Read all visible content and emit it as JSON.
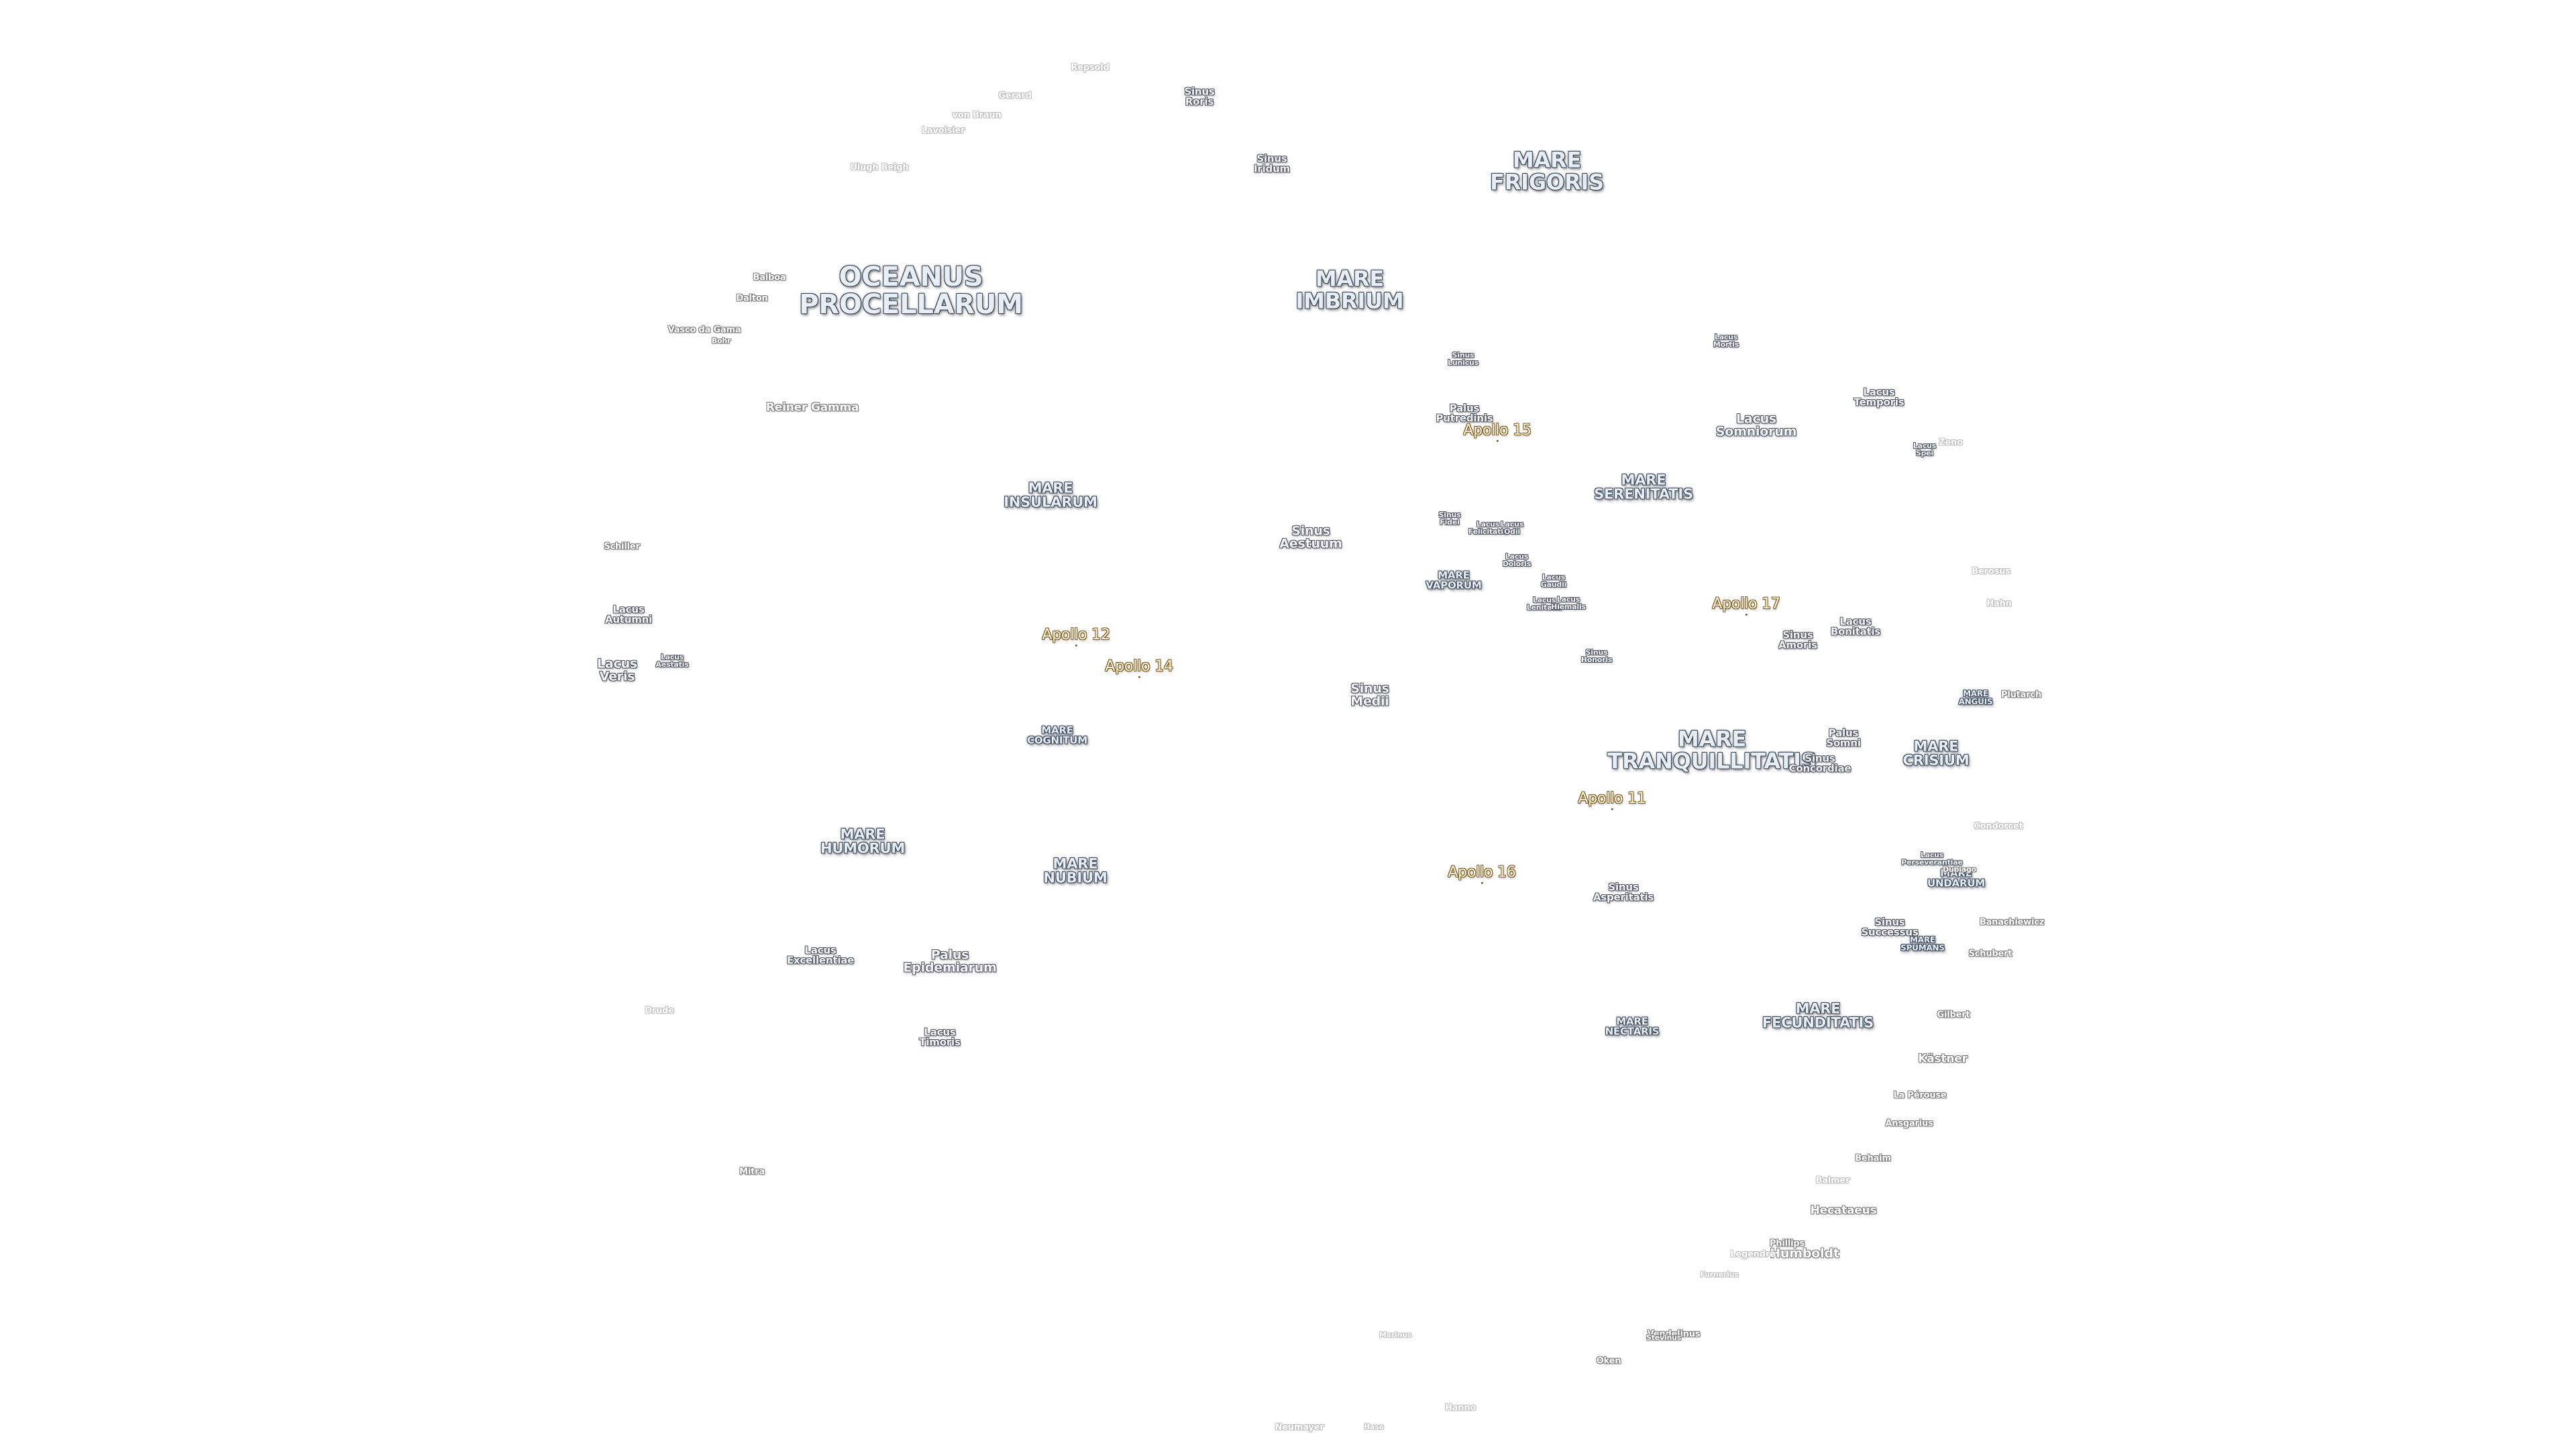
{
  "map": {
    "oceans": [
      {
        "name": "OCEANUS\nPROCELLARUM"
      }
    ],
    "maria": [
      {
        "name": "MARE\nFRIGORIS"
      },
      {
        "name": "MARE\nIMBRIUM"
      },
      {
        "name": "MARE\nSERENITATIS"
      },
      {
        "name": "MARE\nINSULARUM"
      },
      {
        "name": "MARE\nVAPORUM"
      },
      {
        "name": "MARE\nCOGNITUM"
      },
      {
        "name": "MARE\nTRANQUILLITATIS"
      },
      {
        "name": "MARE\nCRISIUM"
      },
      {
        "name": "MARE\nANGUIS"
      },
      {
        "name": "MARE\nHUMORUM"
      },
      {
        "name": "MARE\nNUBIUM"
      },
      {
        "name": "MARE\nUNDARUM"
      },
      {
        "name": "MARE\nSPUMANS"
      },
      {
        "name": "MARE\nNECTARIS"
      },
      {
        "name": "MARE\nFECUNDITATIS"
      }
    ],
    "minor_features": [
      {
        "name": "Sinus\nRoris"
      },
      {
        "name": "Sinus\nIridum"
      },
      {
        "name": "Sinus\nLunicus"
      },
      {
        "name": "Lacus\nMortis"
      },
      {
        "name": "Palus\nPutredinis"
      },
      {
        "name": "Lacus\nTemporis"
      },
      {
        "name": "Lacus\nSomniorum"
      },
      {
        "name": "Lacus\nSpei"
      },
      {
        "name": "Sinus\nAestuum"
      },
      {
        "name": "Sinus\nFidei"
      },
      {
        "name": "Lacus\nFelicitatis"
      },
      {
        "name": "Lacus\nOdii"
      },
      {
        "name": "Lacus\nDoloris"
      },
      {
        "name": "Lacus\nGaudii"
      },
      {
        "name": "Lacus\nLenitatis"
      },
      {
        "name": "Lacus\nHiemalis"
      },
      {
        "name": "Lacus\nAutumni"
      },
      {
        "name": "Lacus\nVeris"
      },
      {
        "name": "Lacus\nAestatis"
      },
      {
        "name": "Sinus\nAmoris"
      },
      {
        "name": "Lacus\nBonitatis"
      },
      {
        "name": "Sinus\nHonoris"
      },
      {
        "name": "Sinus\nMedii"
      },
      {
        "name": "Palus\nSomni"
      },
      {
        "name": "Sinus\nConcordiae"
      },
      {
        "name": "Lacus\nPerseverantiae"
      },
      {
        "name": "Sinus\nAsperitatis"
      },
      {
        "name": "Sinus\nSuccessus"
      },
      {
        "name": "Lacus\nExcellentiae"
      },
      {
        "name": "Palus\nEpidemiarum"
      },
      {
        "name": "Lacus\nTimoris"
      }
    ],
    "craters": [
      {
        "name": "Repsold"
      },
      {
        "name": "Gerard"
      },
      {
        "name": "von Braun"
      },
      {
        "name": "Lavoisier"
      },
      {
        "name": "Ulugh Beigh"
      },
      {
        "name": "Balboa"
      },
      {
        "name": "Dalton"
      },
      {
        "name": "Vasco da Gama"
      },
      {
        "name": "Bohr"
      },
      {
        "name": "Reiner Gamma"
      },
      {
        "name": "Schiller"
      },
      {
        "name": "Zeno"
      },
      {
        "name": "Berosus"
      },
      {
        "name": "Hahn"
      },
      {
        "name": "Plutarch"
      },
      {
        "name": "Condorcet"
      },
      {
        "name": "Dubiago"
      },
      {
        "name": "Banachiewicz"
      },
      {
        "name": "Schubert"
      },
      {
        "name": "Gilbert"
      },
      {
        "name": "Kästner"
      },
      {
        "name": "La Pérouse"
      },
      {
        "name": "Ansgarius"
      },
      {
        "name": "Behaim"
      },
      {
        "name": "Balmer"
      },
      {
        "name": "Hecataeus"
      },
      {
        "name": "Phillips"
      },
      {
        "name": "Humboldt"
      },
      {
        "name": "Legendre"
      },
      {
        "name": "Furnerius"
      },
      {
        "name": "Vendelinus"
      },
      {
        "name": "Stevinus"
      },
      {
        "name": "Oken"
      },
      {
        "name": "Hanno"
      },
      {
        "name": "Neumayer"
      },
      {
        "name": "Mitra"
      },
      {
        "name": "Drude"
      },
      {
        "name": "Hase"
      },
      {
        "name": "Marinus"
      }
    ],
    "apollo_sites": [
      {
        "name": "Apollo 15"
      },
      {
        "name": "Apollo 17"
      },
      {
        "name": "Apollo 12"
      },
      {
        "name": "Apollo 14"
      },
      {
        "name": "Apollo 11"
      },
      {
        "name": "Apollo 16"
      }
    ],
    "colors": {
      "background": "#ffffff",
      "sea_fill": "#e9eef4",
      "sea_outline": "#3a4a5c",
      "apollo_fill": "#fff3d6",
      "apollo_outline": "#7a5a23",
      "crater_outline": "#7a7a7a"
    }
  }
}
